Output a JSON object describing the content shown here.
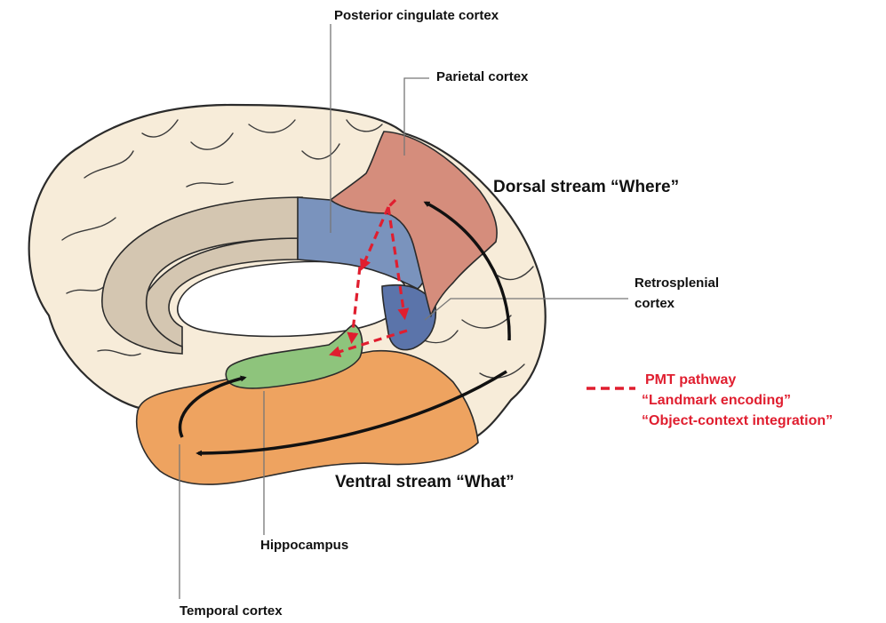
{
  "labels": {
    "posterior_cingulate": "Posterior cingulate cortex",
    "parietal": "Parietal cortex",
    "dorsal_stream": "Dorsal stream “Where”",
    "retrosplenial_line1": "Retrosplenial",
    "retrosplenial_line2": "cortex",
    "ventral_stream": "Ventral stream “What”",
    "hippocampus": "Hippocampus",
    "temporal": "Temporal cortex"
  },
  "legend": {
    "pmt_title": "PMT pathway",
    "pmt_line2": "“Landmark encoding”",
    "pmt_line3": "“Object-context integration”"
  },
  "colors": {
    "cortex": "#f7ecd9",
    "corpus_callosum": "#d4c6b1",
    "posterior_cingulate": "#7a93bd",
    "retrosplenial": "#5b74aa",
    "parietal": "#d58d7c",
    "temporal": "#eea360",
    "hippocampus": "#8ec47c",
    "pmt_pathway": "#e01e2f",
    "stream_arrows": "#111111"
  }
}
